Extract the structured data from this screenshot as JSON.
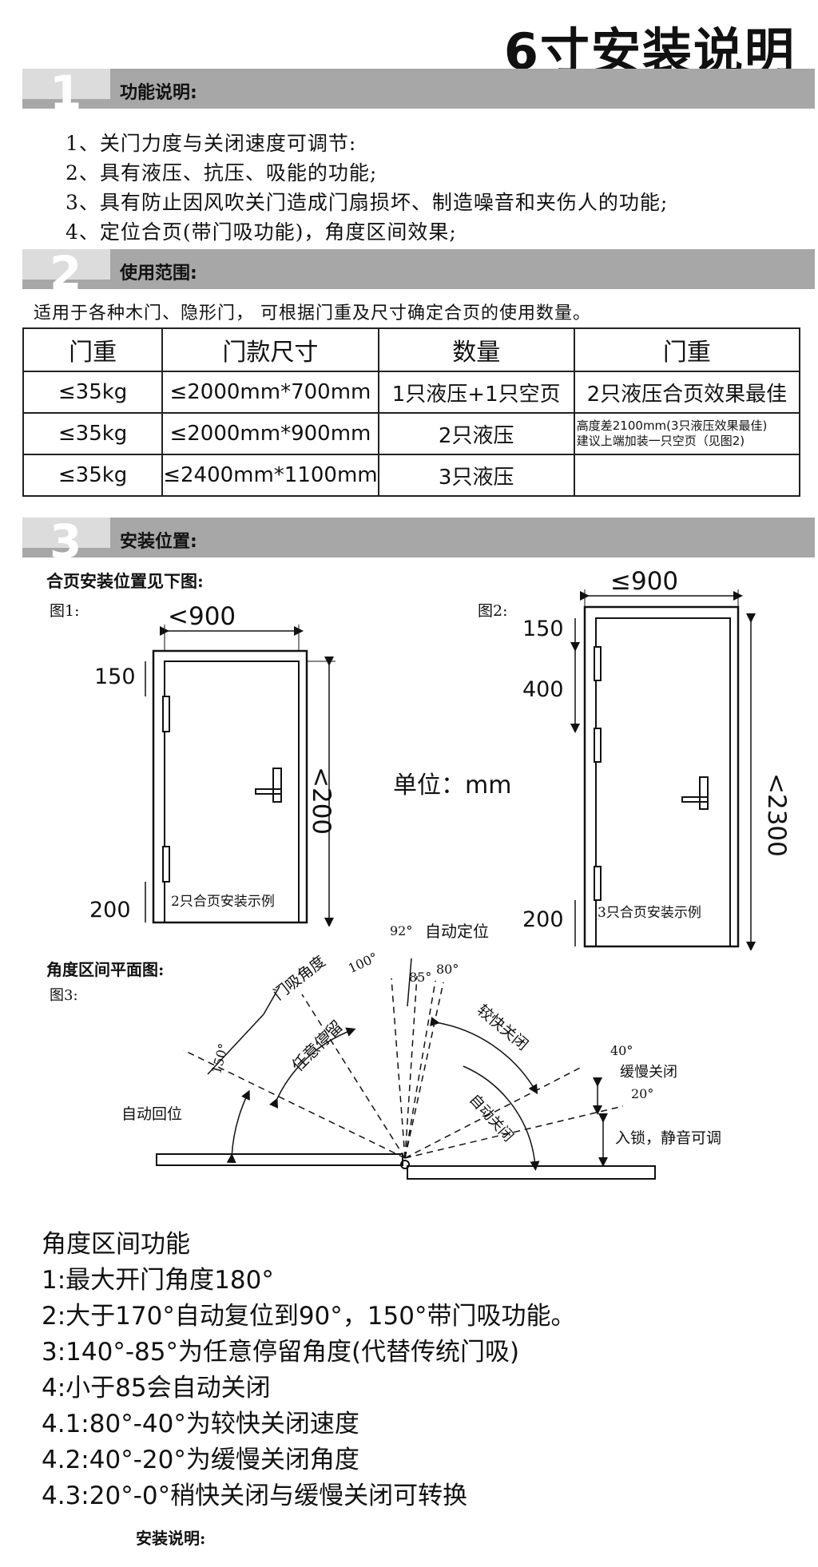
{
  "title": "6寸安装说明",
  "sec1": {
    "num": "1",
    "label": "功能说明:",
    "items": [
      "1、关门力度与关闭速度可调节:",
      "2、具有液压、抗压、吸能的功能;",
      "3、具有防止因风吹关门造成门扇损坏、制造噪音和夹伤人的功能;",
      "4、定位合页(带门吸功能)，角度区间效果;"
    ]
  },
  "sec2": {
    "num": "2",
    "label": "使用范围:",
    "note": "适用于各种木门、隐形门， 可根据门重及尺寸确定合页的使用数量。",
    "table": {
      "headers": [
        "门重",
        "门款尺寸",
        "数量",
        "门重"
      ],
      "rows": [
        [
          "≤35kg",
          "≤2000mm*700mm",
          "1只液压+1只空页",
          "2只液压合页效果最佳"
        ],
        [
          "≤35kg",
          "≤2000mm*900mm",
          "2只液压",
          "高度差2100mm(3只液压效果最佳)",
          "建议上端加装一只空页（见图2)"
        ],
        [
          "≤35kg",
          "≤2400mm*1100mm",
          "3只液压",
          ""
        ]
      ]
    }
  },
  "sec3": {
    "num": "3",
    "label": "安装位置:",
    "intro": "合页安装位置见下图:"
  },
  "fig1": {
    "label": "图1:",
    "width": "<900",
    "top": "150",
    "bottom": "200",
    "height": "<200",
    "caption": "2只合页安装示例"
  },
  "fig2": {
    "label": "图2:",
    "width": "≤900",
    "top": "150",
    "gap": "400",
    "bottom": "200",
    "height": "<2300",
    "caption": "3只合页安装示例"
  },
  "unit": "单位：mm",
  "fig3": {
    "heading": "角度区间平面图:",
    "label": "图3:",
    "a92": "92°",
    "auto_pos": "自动定位",
    "a100": "100°",
    "a85": "85°",
    "a80": "80°",
    "door_stop": "门吸角度",
    "a150": "150°",
    "free_stop": "任意停留",
    "fast_close": "较快关闭",
    "a40": "40°",
    "slow_close": "缓慢关闭",
    "a20": "20°",
    "auto_return": "自动回位",
    "auto_close": "自动关闭",
    "lock": "入锁，静音可调"
  },
  "functions": {
    "heading": "角度区间功能",
    "items": [
      "1:最大开门角度180°",
      "2:大于170°自动复位到90°，150°带门吸功能。",
      "3:140°-85°为任意停留角度(代替传统门吸)",
      "4:小于85会自动关闭",
      "4.1:80°-40°为较快关闭速度",
      "4.2:40°-20°为缓慢关闭角度",
      "4.3:20°-0°稍快关闭与缓慢关闭可转换"
    ]
  },
  "footer": "安装说明:"
}
